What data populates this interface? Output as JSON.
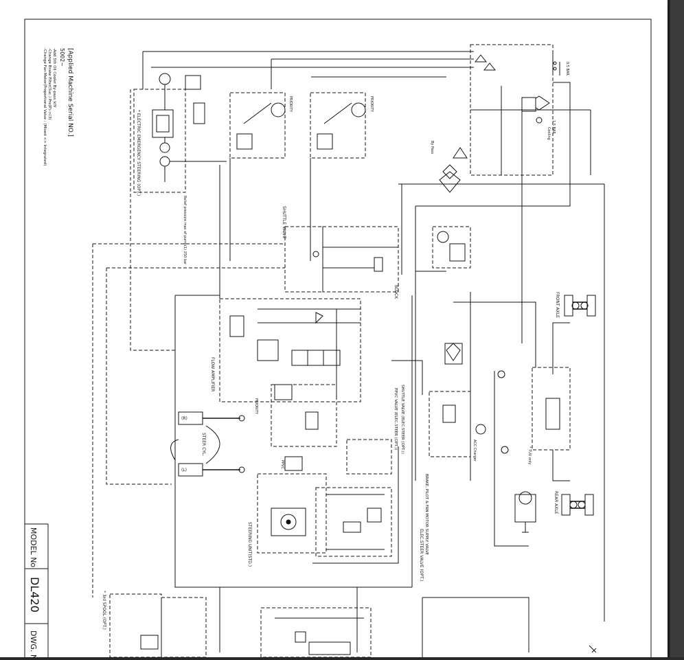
{
  "serial": {
    "title": "[Applied Machine Serial NO.]",
    "range": "5002~",
    "note1": "-Add 5th Oil Cooler By-pass V/V",
    "note2": "-Change Brake Filter(Suc.) Pre(P)->(3)",
    "note3": "-Change Fan Motor(Proportional Valve : (Mixed <> Integrated)"
  },
  "labels": {
    "emergency": "* ELECTRIC EMERGENCY STEERING (OPT.)",
    "shuttle_valve": "SHUTTLE VALVE",
    "block": "BLOCK",
    "flow_amp": "FLOW AMPLIFIER",
    "priority": "PRIORITY",
    "steer_cyl": "STEER CYL.",
    "shuttle_valve_opt": "SHUTTLE VALVE (ELEC.STEER (OPT.))",
    "ppvc_valve": "PPVC VALVE (ELEC.STEER (OPT.))",
    "ppvc": "PPVC",
    "steering_unit": "STEERING UNIT(STD.)",
    "elec_steer": "ELEC.STEER VALVE (OPT.)",
    "brake_pilot": "BRAKE, PILOT & FAN MOTOR SUPPLY VALVE",
    "front_axle": "FRONT AXLE",
    "rear_axle": "REAR AXLE",
    "third_spool": "* 3rd SPOOL (OPT.)",
    "bypass": "By Pass",
    "cooling": "Cooling",
    "bar_top": "0.5 BAR",
    "bar_cool": "1.5 BAR",
    "acc": "ACC Charger",
    "tuv": "* TUV only",
    "note_relief": "Relief pressure max of pump(1) 250 bar",
    "xl": "(L)",
    "xr": "(R)"
  },
  "title_block": {
    "model_label": "MODEL No",
    "model_value": "DL420",
    "dwg_label": "DWG. No"
  }
}
